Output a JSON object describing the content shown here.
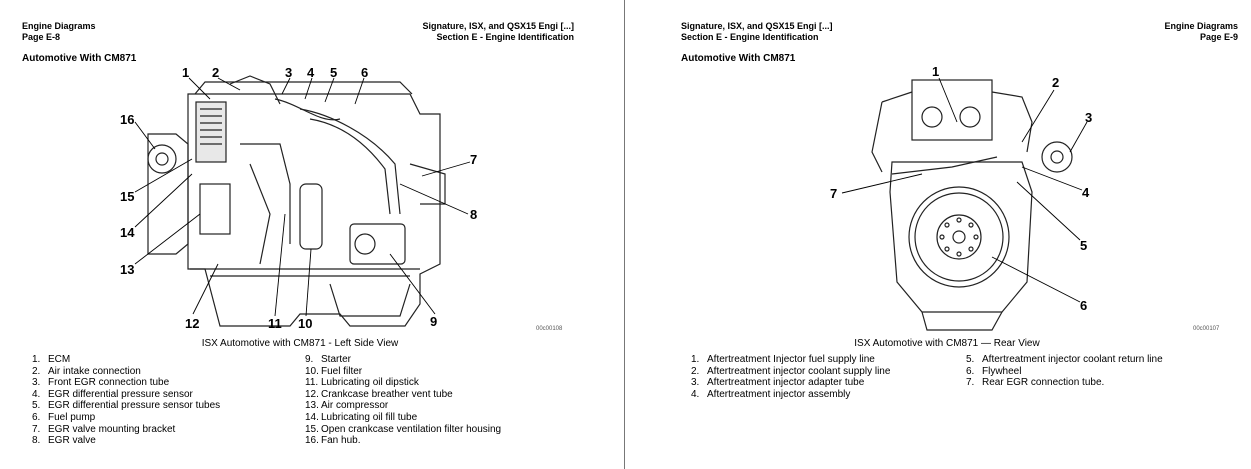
{
  "left": {
    "header_left": [
      "Engine Diagrams",
      "Page E-8"
    ],
    "header_right": [
      "Signature, ISX, and QSX15 Engi [...]",
      "Section E - Engine Identification"
    ],
    "section_title": "Automotive With CM871",
    "figure_caption": "ISX Automotive with CM871 - Left Side View",
    "figure_code": "00c00108",
    "callouts": [
      "1",
      "2",
      "3",
      "4",
      "5",
      "6",
      "7",
      "8",
      "9",
      "10",
      "11",
      "12",
      "13",
      "14",
      "15",
      "16"
    ],
    "legend_col1": [
      {
        "num": "1.",
        "text": "ECM"
      },
      {
        "num": "2.",
        "text": "Air intake connection"
      },
      {
        "num": "3.",
        "text": "Front EGR connection tube"
      },
      {
        "num": "4.",
        "text": "EGR differential pressure sensor"
      },
      {
        "num": "5.",
        "text": "EGR differential pressure sensor tubes"
      },
      {
        "num": "6.",
        "text": "Fuel pump"
      },
      {
        "num": "7.",
        "text": "EGR valve mounting bracket"
      },
      {
        "num": "8.",
        "text": "EGR valve"
      }
    ],
    "legend_col2": [
      {
        "num": "9.",
        "text": "Starter"
      },
      {
        "num": "10.",
        "text": "Fuel filter"
      },
      {
        "num": "11.",
        "text": "Lubricating oil dipstick"
      },
      {
        "num": "12.",
        "text": "Crankcase breather vent tube"
      },
      {
        "num": "13.",
        "text": "Air compressor"
      },
      {
        "num": "14.",
        "text": "Lubricating oil fill tube"
      },
      {
        "num": "15.",
        "text": "Open crankcase ventilation filter housing"
      },
      {
        "num": "16.",
        "text": "Fan hub."
      }
    ]
  },
  "right": {
    "header_left": [
      "Signature, ISX, and QSX15 Engi [...]",
      "Section E - Engine Identification"
    ],
    "header_right": [
      "Engine Diagrams",
      "Page E-9"
    ],
    "section_title": "Automotive With CM871",
    "figure_caption": "ISX Automotive with CM871 — Rear View",
    "figure_code": "00c00107",
    "callouts": [
      "1",
      "2",
      "3",
      "4",
      "5",
      "6",
      "7"
    ],
    "legend_col1": [
      {
        "num": "1.",
        "text": "Aftertreatment Injector fuel supply line"
      },
      {
        "num": "2.",
        "text": "Aftertreatment injector coolant supply line"
      },
      {
        "num": "3.",
        "text": "Aftertreatment injector adapter tube"
      },
      {
        "num": "4.",
        "text": "Aftertreatment injector assembly"
      }
    ],
    "legend_col2": [
      {
        "num": "5.",
        "text": "Aftertreatment injector coolant return line"
      },
      {
        "num": "6.",
        "text": "Flywheel"
      },
      {
        "num": "7.",
        "text": "Rear EGR connection tube."
      }
    ]
  }
}
